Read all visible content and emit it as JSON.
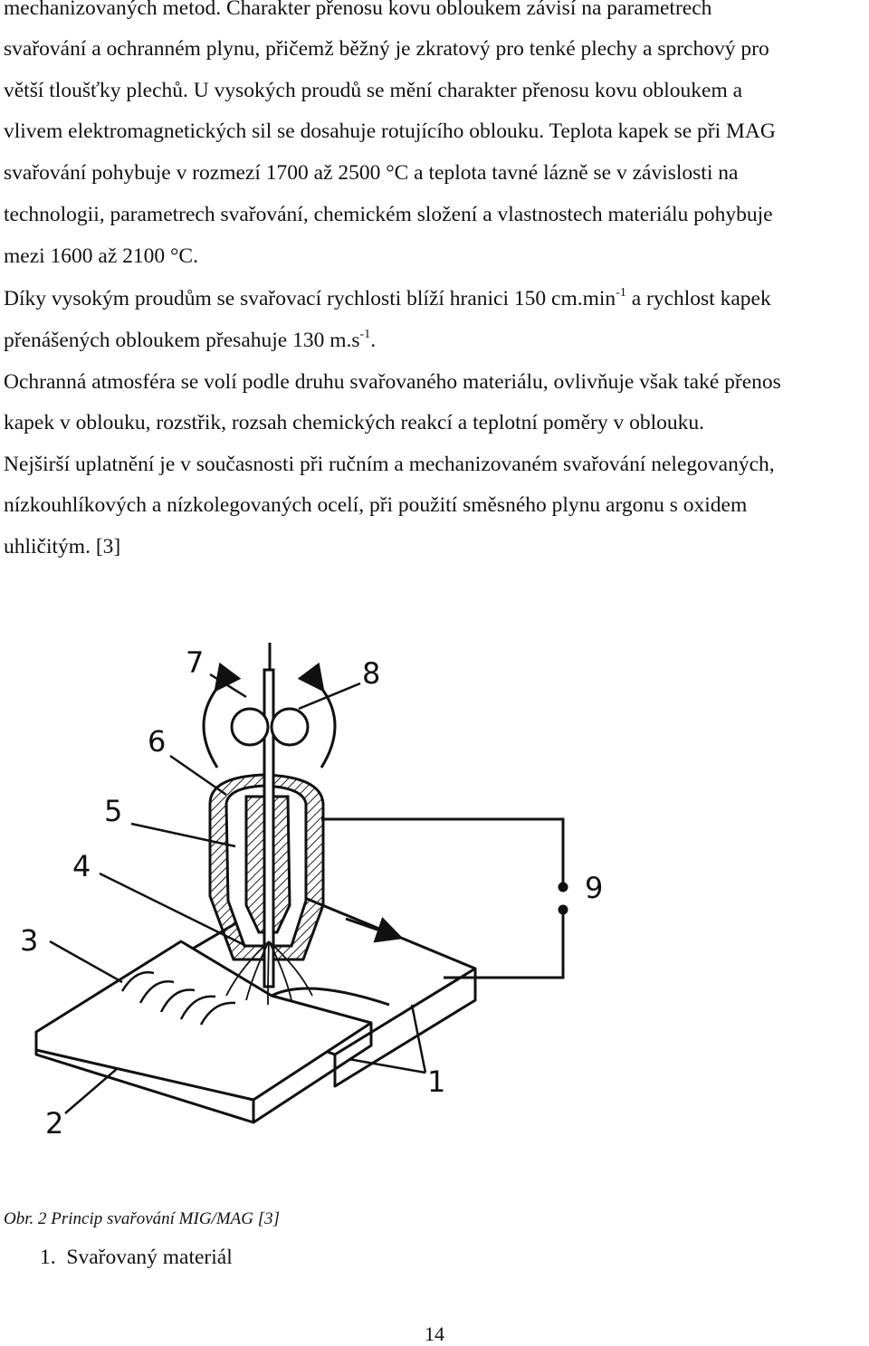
{
  "body": {
    "lines": [
      "mechanizovaných metod. Charakter přenosu kovu obloukem závisí na parametrech",
      "svařování a ochranném plynu, přičemž běžný je zkratový pro tenké plechy a sprchový pro",
      "větší tloušťky plechů. U vysokých proudů se mění charakter přenosu kovu obloukem a",
      "vlivem elektromagnetických sil se dosahuje rotujícího oblouku. Teplota kapek se při MAG",
      "svařování pohybuje v rozmezí 1700 až 2500 °C a teplota tavné lázně se v závislosti na",
      "technologii, parametrech svařování, chemickém složení a vlastnostech materiálu pohybuje",
      "mezi 1600 až 2100 °C."
    ],
    "speed_line_1a": "Díky vysokým proudům se svařovací rychlosti blíží hranici  150 cm.min",
    "speed_line_1b": " a rychlost kapek",
    "speed_line_2a": "přenášených obloukem přesahuje 130 m.s",
    "speed_line_2b": ".",
    "superscript": "-1",
    "lines2": [
      "Ochranná atmosféra se volí podle druhu svařovaného materiálu, ovlivňuje však také přenos",
      "kapek v oblouku, rozstřik, rozsah chemických  reakcí a teplotní poměry v oblouku.",
      "Nejširší uplatnění je v současnosti při ručním a mechanizovaném svařování nelegovaných,",
      "nízkouhlíkových a nízkolegovaných ocelí, při použití směsného plynu argonu s oxidem",
      "uhličitým. [3]"
    ]
  },
  "figure": {
    "labels": [
      "1",
      "2",
      "3",
      "4",
      "5",
      "6",
      "7",
      "8",
      "9"
    ]
  },
  "caption": "Obr. 2 Princip svařování MIG/MAG [3]",
  "list": {
    "number": "1.",
    "text": "Svařovaný materiál"
  },
  "page_number": "14"
}
